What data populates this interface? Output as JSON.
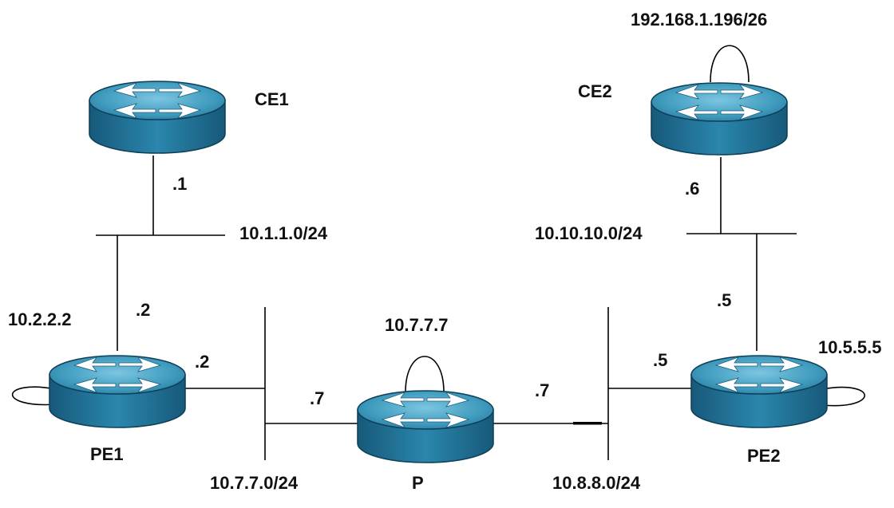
{
  "routers": {
    "ce1": {
      "name": "CE1"
    },
    "ce2": {
      "name": "CE2"
    },
    "pe1": {
      "name": "PE1"
    },
    "pe2": {
      "name": "PE2"
    },
    "p": {
      "name": "P"
    }
  },
  "loopbacks": {
    "ce2": "192.168.1.196/26",
    "pe1": "10.2.2.2",
    "p": "10.7.7.7",
    "pe2": "10.5.5.5"
  },
  "subnets": {
    "ce1_pe1": "10.1.1.0/24",
    "ce2_pe2": "10.10.10.0/24",
    "pe1_p": "10.7.7.0/24",
    "p_pe2": "10.8.8.0/24"
  },
  "interfaces": {
    "ce1": ".1",
    "pe1_up": ".2",
    "pe1_right": ".2",
    "p_left": ".7",
    "p_right": ".7",
    "pe2_left": ".5",
    "pe2_up": ".5",
    "ce2": ".6"
  },
  "colors": {
    "router_top": "#3f9bbd",
    "router_body": "#1f6f94",
    "line": "#000000"
  },
  "icons": [
    "router-icon"
  ]
}
